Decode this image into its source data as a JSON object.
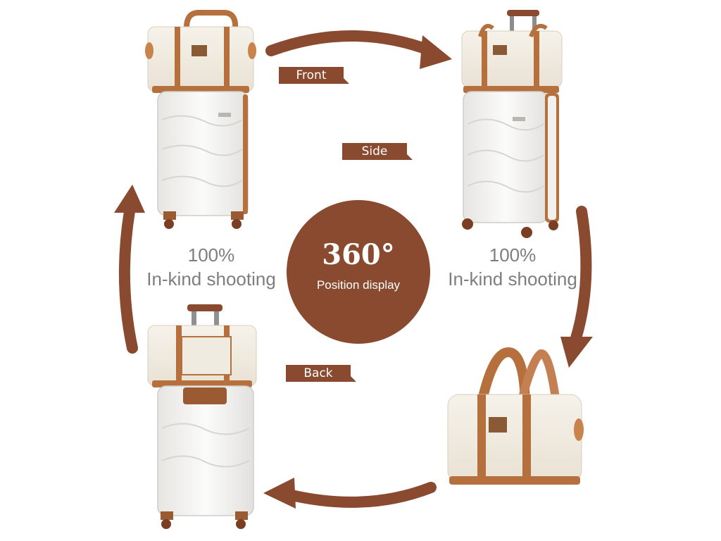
{
  "labels": {
    "front": "Front",
    "side": "Side",
    "back": "Back"
  },
  "captions": {
    "left_line1": "100%",
    "left_line2": "In-kind shooting",
    "right_line1": "100%",
    "right_line2": "In-kind shooting"
  },
  "center": {
    "degree": "360°",
    "caption": "Position display"
  },
  "colors": {
    "accent_brown": "#8a4a2f",
    "leather_brown": "#b5703e",
    "shell_white": "#f2f1ee",
    "canvas_cream": "#efe8dc",
    "caption_gray": "#7e7e7e"
  }
}
